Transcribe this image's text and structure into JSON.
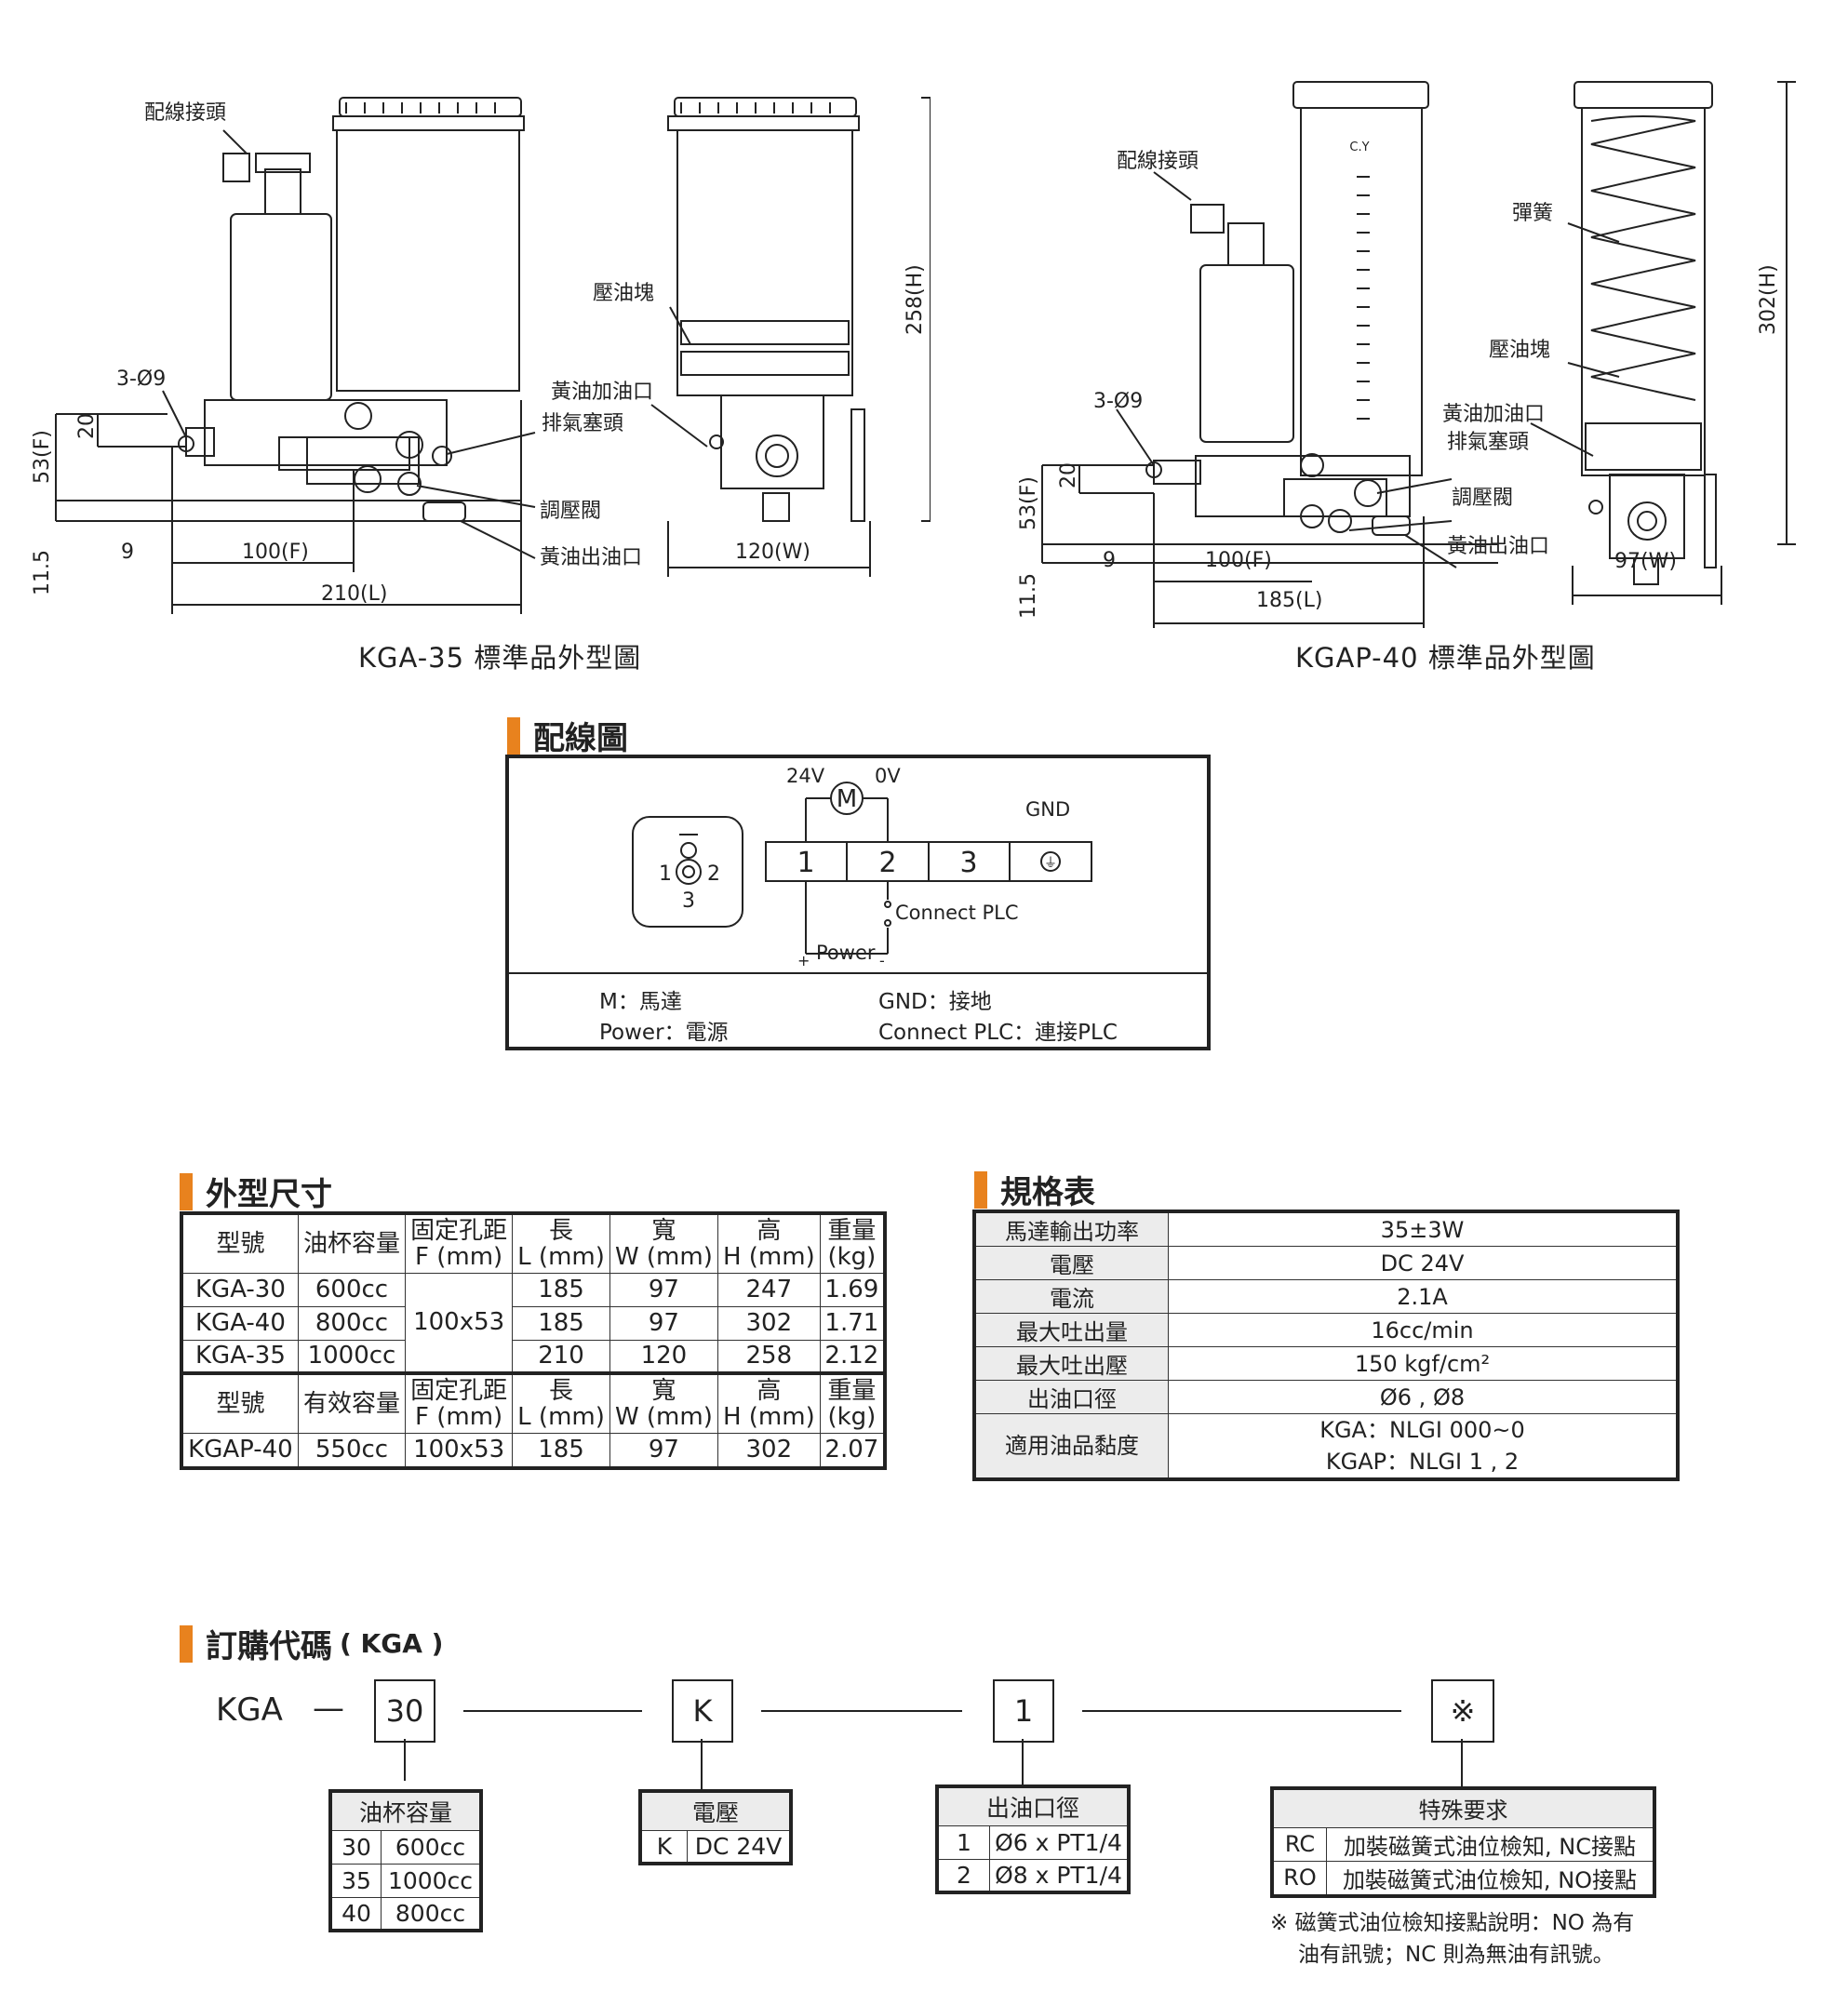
{
  "drawings": {
    "left": {
      "caption": "KGA-35 標準品外型圖",
      "labels": {
        "connector": "配線接頭",
        "holes": "3-Ø9",
        "plate": "壓油塊",
        "fill": "黃油加油口",
        "vent": "排氣塞頭",
        "valve": "調壓閥",
        "outlet": "黃油出油口"
      },
      "dims": {
        "f53": "53(F)",
        "d20": "20",
        "d115": "11.5",
        "d9": "9",
        "f100": "100(F)",
        "l210": "210(L)",
        "w120": "120(W)",
        "h258": "258(H)"
      }
    },
    "right": {
      "caption": "KGAP-40 標準品外型圖",
      "labels": {
        "connector": "配線接頭",
        "holes": "3-Ø9",
        "spring": "彈簧",
        "plate": "壓油塊",
        "fill": "黃油加油口",
        "vent": "排氣塞頭",
        "valve": "調壓閥",
        "outlet": "黃油出油口",
        "brand": "C.Y"
      },
      "dims": {
        "f53": "53(F)",
        "d20": "20",
        "d115": "11.5",
        "d9": "9",
        "f100": "100(F)",
        "l185": "185(L)",
        "w97": "97(W)",
        "h302": "302(H)"
      }
    }
  },
  "wiring": {
    "title": "配線圖",
    "v24": "24V",
    "v0": "0V",
    "motor": "M",
    "gnd": "GND",
    "terminals": [
      "1",
      "2",
      "3"
    ],
    "plug_left": "1",
    "plug_right": "2",
    "plug_bottom": "3",
    "plc": "Connect PLC",
    "power": "Power",
    "plus": "+",
    "minus": "-",
    "legend": {
      "m": "M：馬達",
      "power": "Power：電源",
      "gnd": "GND：接地",
      "plc": "Connect PLC：連接PLC"
    }
  },
  "dimensions": {
    "title": "外型尺寸",
    "header1": [
      "型號",
      "油杯容量",
      "固定孔距",
      "F (mm)",
      "長",
      "L (mm)",
      "寬",
      "W (mm)",
      "高",
      "H (mm)",
      "重量",
      "(kg)"
    ],
    "rows1": [
      [
        "KGA-30",
        "600cc",
        "185",
        "97",
        "247",
        "1.69"
      ],
      [
        "KGA-40",
        "800cc",
        "185",
        "97",
        "302",
        "1.71"
      ],
      [
        "KGA-35",
        "1000cc",
        "210",
        "120",
        "258",
        "2.12"
      ]
    ],
    "fixed1": "100x53",
    "header2": [
      "型號",
      "有效容量",
      "固定孔距",
      "F (mm)",
      "長",
      "L (mm)",
      "寬",
      "W (mm)",
      "高",
      "H (mm)",
      "重量",
      "(kg)"
    ],
    "row2": [
      "KGAP-40",
      "550cc",
      "100x53",
      "185",
      "97",
      "302",
      "2.07"
    ]
  },
  "specs": {
    "title": "規格表",
    "rows": [
      [
        "馬達輸出功率",
        "35±3W"
      ],
      [
        "電壓",
        "DC 24V"
      ],
      [
        "電流",
        "2.1A"
      ],
      [
        "最大吐出量",
        "16cc/min"
      ],
      [
        "最大吐出壓",
        "150 kgf/cm²"
      ],
      [
        "出油口徑",
        "Ø6 , Ø8"
      ]
    ],
    "visc_label": "適用油品黏度",
    "visc_1": "KGA：NLGI 000~0",
    "visc_2": "KGAP：NLGI 1 , 2"
  },
  "order": {
    "title": "訂購代碼",
    "title_suffix": "( KGA )",
    "prefix": "KGA",
    "dash": "—",
    "codes": [
      "30",
      "K",
      "1",
      "※"
    ],
    "capacity": {
      "title": "油杯容量",
      "rows": [
        [
          "30",
          "600cc"
        ],
        [
          "35",
          "1000cc"
        ],
        [
          "40",
          "800cc"
        ]
      ]
    },
    "voltage": {
      "title": "電壓",
      "rows": [
        [
          "K",
          "DC 24V"
        ]
      ]
    },
    "outlet": {
      "title": "出油口徑",
      "rows": [
        [
          "1",
          "Ø6 x PT1/4"
        ],
        [
          "2",
          "Ø8 x PT1/4"
        ]
      ]
    },
    "special": {
      "title": "特殊要求",
      "rows": [
        [
          "RC",
          "加裝磁簧式油位檢知, NC接點"
        ],
        [
          "RO",
          "加裝磁簧式油位檢知, NO接點"
        ]
      ]
    },
    "note_1": "※ 磁簧式油位檢知接點說明：NO 為有",
    "note_2": "油有訊號；NC 則為無油有訊號。"
  }
}
